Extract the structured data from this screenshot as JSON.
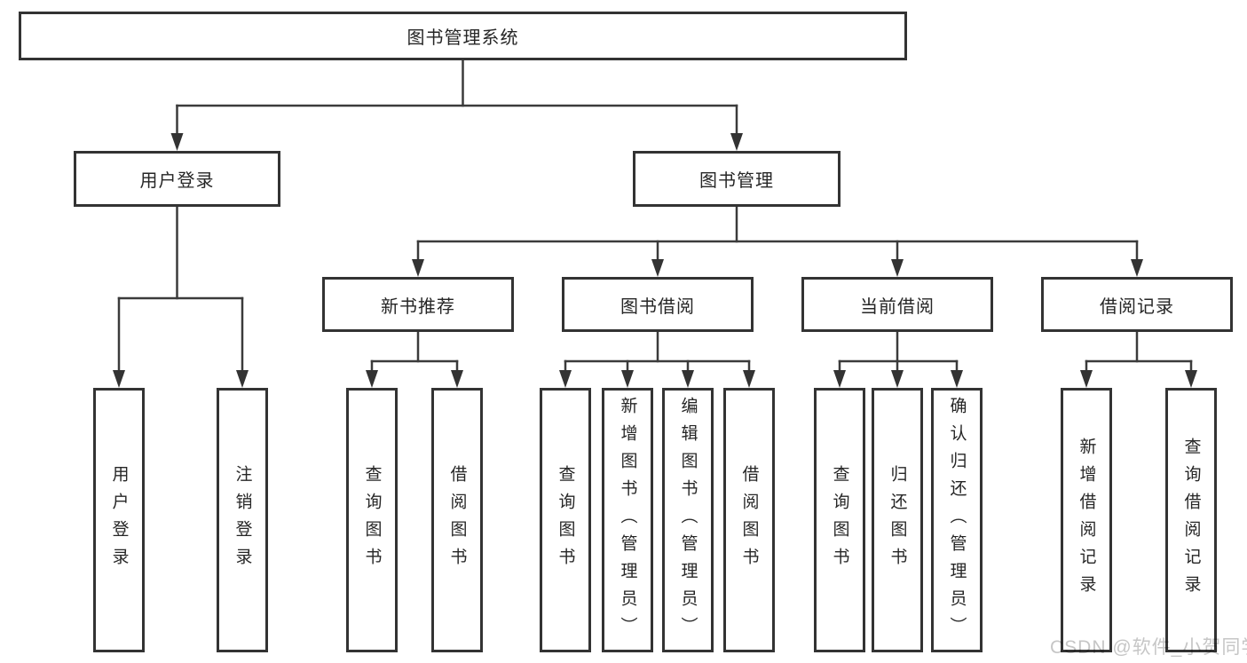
{
  "tree": {
    "root": "图书管理系统",
    "branches": [
      {
        "label": "用户登录",
        "children": [
          "用户登录",
          "注销登录"
        ]
      },
      {
        "label": "图书管理",
        "children": [
          {
            "label": "新书推荐",
            "children": [
              "查询图书",
              "借阅图书"
            ]
          },
          {
            "label": "图书借阅",
            "children": [
              "查询图书",
              "新增图书（管理员）",
              "编辑图书（管理员）",
              "借阅图书"
            ]
          },
          {
            "label": "当前借阅",
            "children": [
              "查询图书",
              "归还图书",
              "确认归还（管理员）"
            ]
          },
          {
            "label": "借阅记录",
            "children": [
              "新增借阅记录",
              "查询借阅记录"
            ]
          }
        ]
      }
    ]
  },
  "watermark": {
    "text": "CSDN @软件_小贺同学",
    "color": "#c6c6c6"
  },
  "colors": {
    "line": "#3b3b3b",
    "border": "#333333",
    "text": "#262626",
    "background": "#ffffff"
  }
}
